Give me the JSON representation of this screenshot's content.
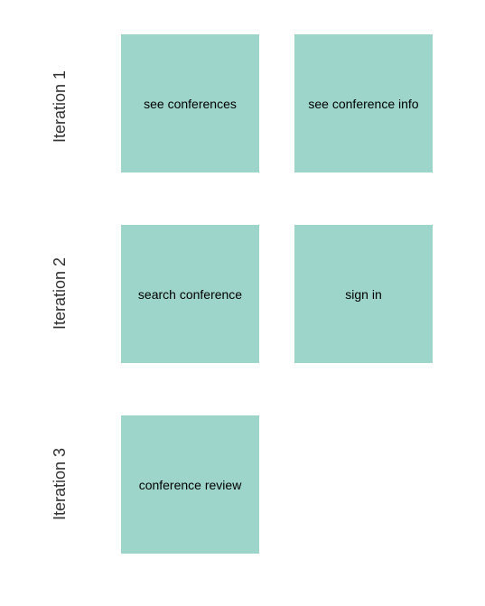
{
  "board": {
    "note_color": "#9dd5cb",
    "rows": [
      {
        "label": "Iteration 1",
        "notes": [
          "see conferences",
          "see conference info"
        ]
      },
      {
        "label": "Iteration 2",
        "notes": [
          "search conference",
          "sign in"
        ]
      },
      {
        "label": "Iteration 3",
        "notes": [
          "conference review"
        ]
      }
    ]
  }
}
